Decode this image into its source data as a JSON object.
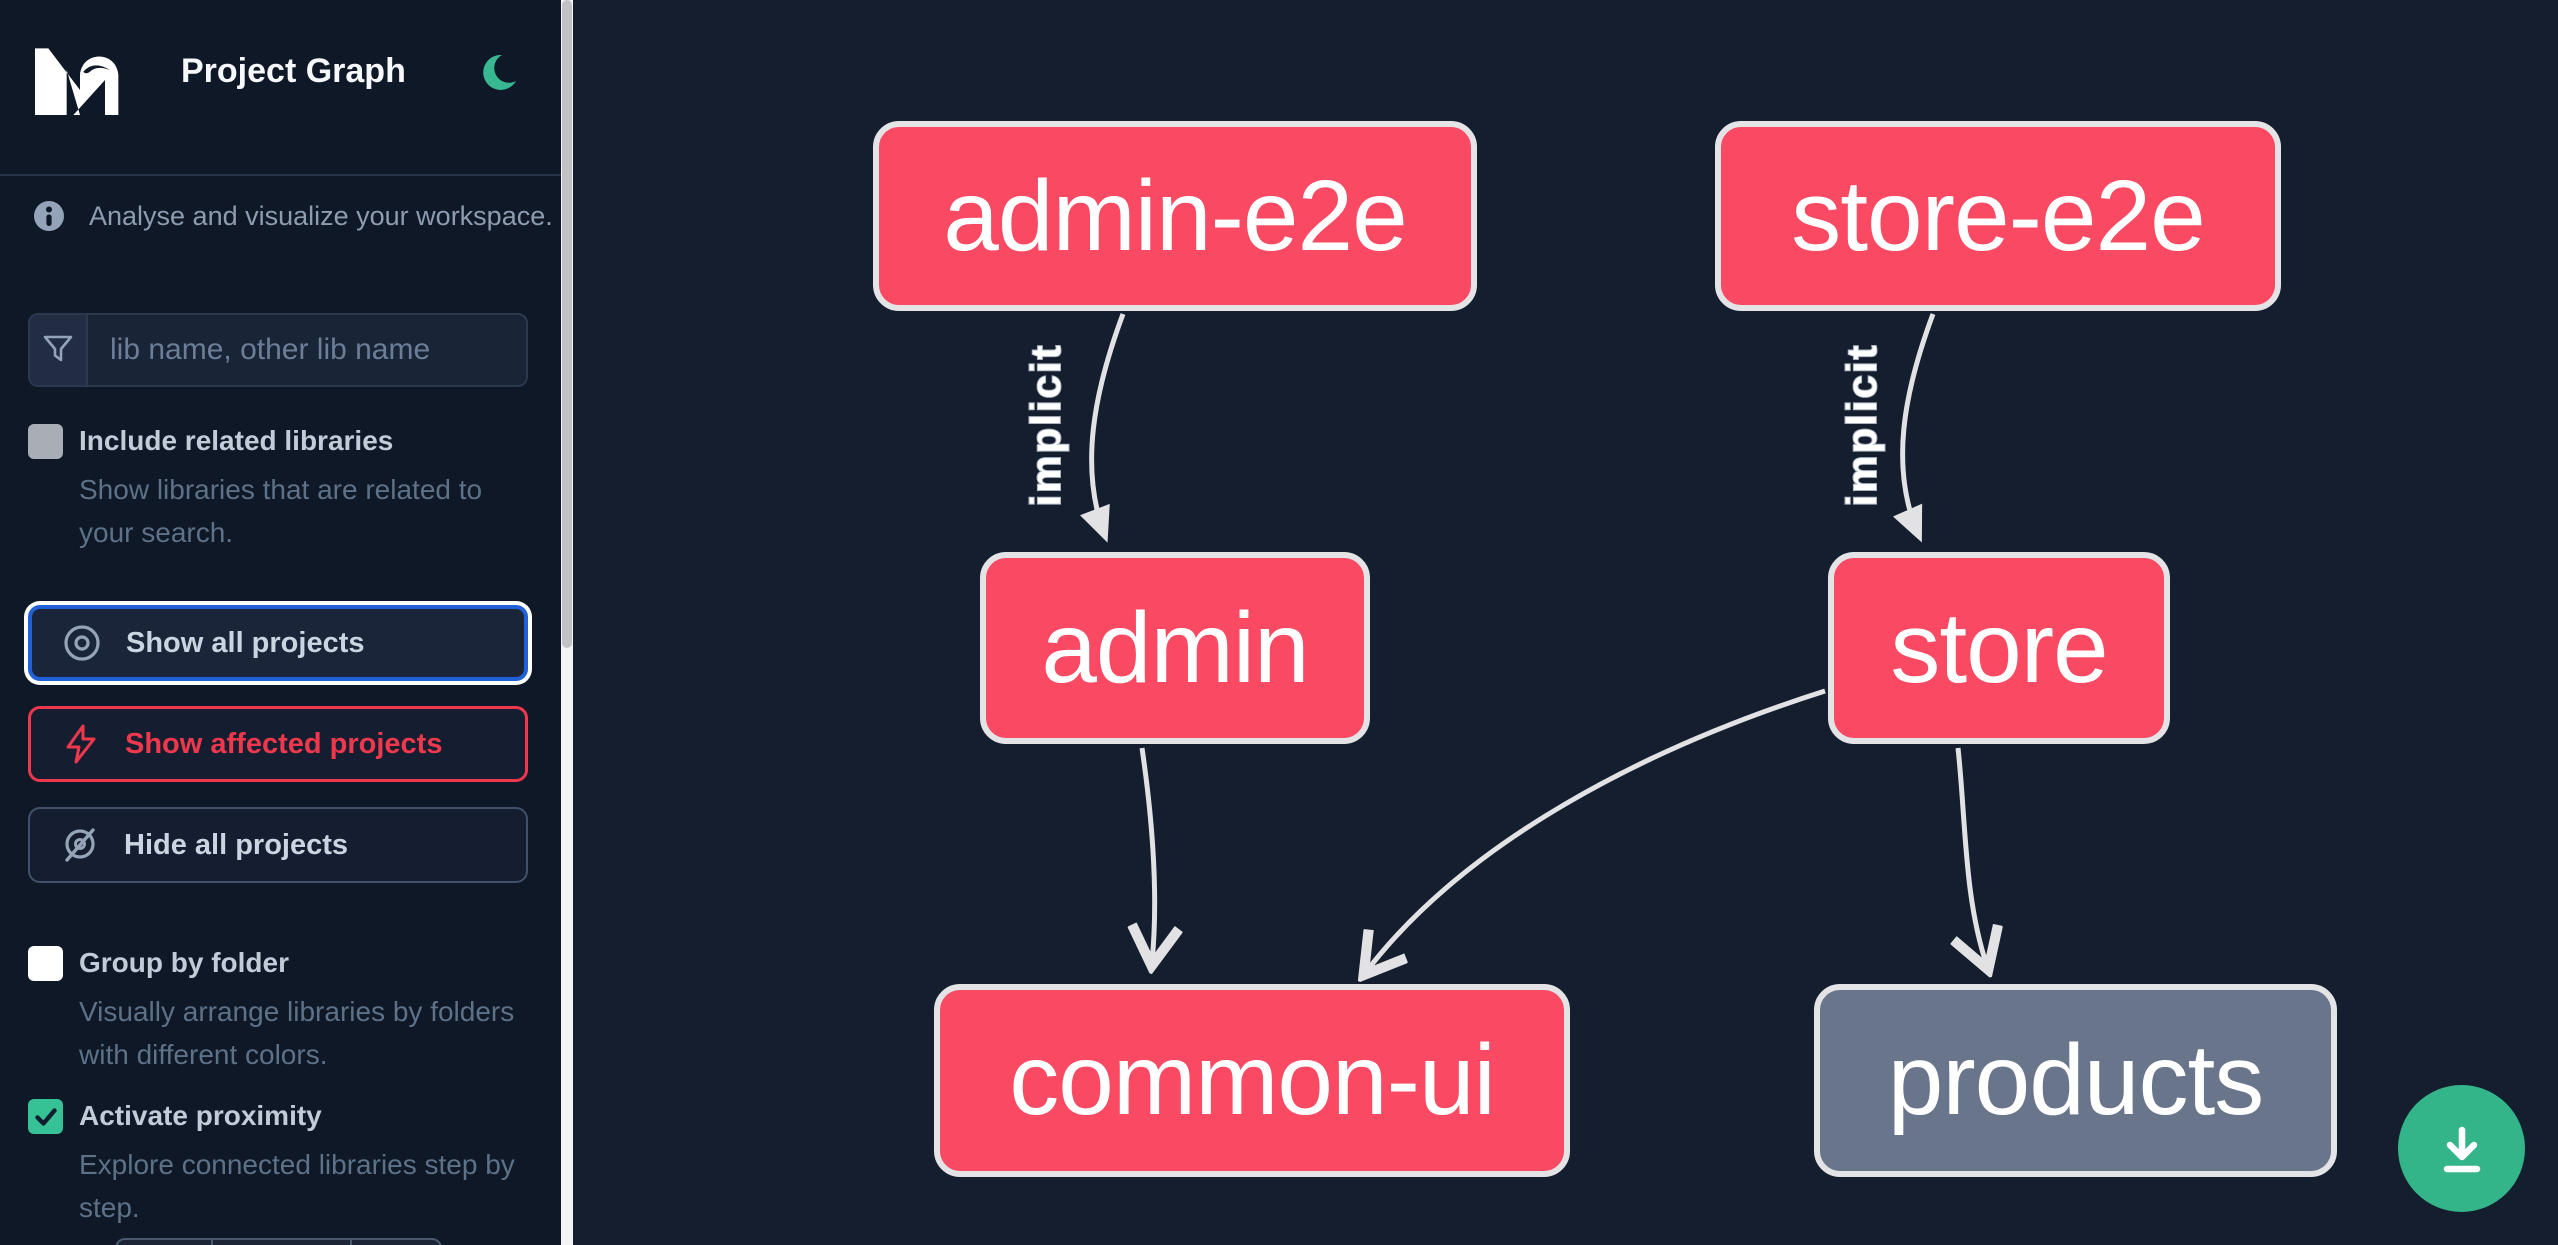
{
  "header": {
    "title": "Project Graph",
    "logo": "nx-logo",
    "theme_toggle": "moon-icon"
  },
  "sidebar": {
    "info_text": "Analyse and visualize your workspace.",
    "search": {
      "placeholder": "lib name, other lib name",
      "icon": "filter-icon",
      "value": ""
    },
    "checkbox_related": {
      "label": "Include related libraries",
      "description": "Show libraries that are related to your search.",
      "checked": false
    },
    "buttons": {
      "show_all": {
        "label": "Show all projects",
        "icon": "eye-icon",
        "state": "focused"
      },
      "show_affected": {
        "label": "Show affected projects",
        "icon": "bolt-icon",
        "state": "affected"
      },
      "hide_all": {
        "label": "Hide all projects",
        "icon": "eye-off-icon",
        "state": "default"
      }
    },
    "checkbox_group_by_folder": {
      "label": "Group by folder",
      "description": "Visually arrange libraries by folders with different colors.",
      "checked": false
    },
    "checkbox_proximity": {
      "label": "Activate proximity",
      "description": "Explore connected libraries step by step.",
      "checked": true
    }
  },
  "graph": {
    "nodes": [
      {
        "id": "admin-e2e",
        "label": "admin-e2e",
        "type": "app"
      },
      {
        "id": "store-e2e",
        "label": "store-e2e",
        "type": "app"
      },
      {
        "id": "admin",
        "label": "admin",
        "type": "app"
      },
      {
        "id": "store",
        "label": "store",
        "type": "app"
      },
      {
        "id": "common-ui",
        "label": "common-ui",
        "type": "lib"
      },
      {
        "id": "products",
        "label": "products",
        "type": "lib-gray"
      }
    ],
    "edges": [
      {
        "source": "admin-e2e",
        "target": "admin",
        "label": "implicit"
      },
      {
        "source": "store-e2e",
        "target": "store",
        "label": "implicit"
      },
      {
        "source": "admin",
        "target": "common-ui",
        "label": ""
      },
      {
        "source": "store",
        "target": "common-ui",
        "label": ""
      },
      {
        "source": "store",
        "target": "products",
        "label": ""
      }
    ]
  },
  "fab": {
    "icon": "download-icon"
  },
  "colors": {
    "sidebar_bg": "#0f1826",
    "canvas_bg": "#141e2e",
    "node_pink": "#fa4a63",
    "node_gray": "#68758a",
    "node_border": "#e4e4e6",
    "edge": "#e2e2e4",
    "accent_green": "#34b489",
    "focus_blue": "#2160d6",
    "affected_red": "#f0384d",
    "text_muted": "#8e9cb0"
  }
}
